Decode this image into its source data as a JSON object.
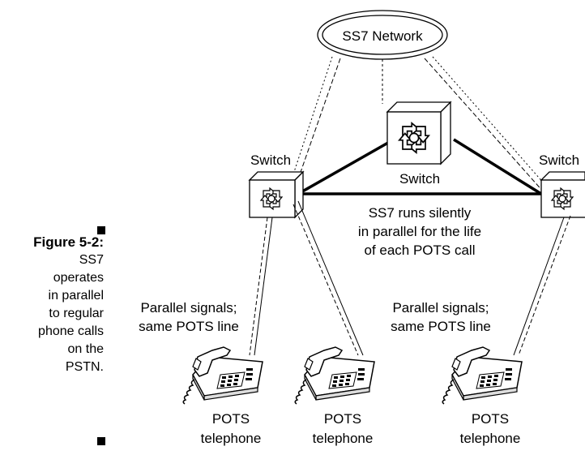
{
  "figure": {
    "label": "Figure 5-2:",
    "caption_lines": [
      "SS7",
      "operates",
      "in parallel",
      "to regular",
      "phone calls",
      "on the",
      "PSTN."
    ]
  },
  "diagram": {
    "network_label": "SS7 Network",
    "switches": {
      "left": "Switch",
      "center": "Switch",
      "right": "Switch"
    },
    "center_note": [
      "SS7 runs silently",
      "in parallel for the life",
      "of each POTS call"
    ],
    "parallel_left": [
      "Parallel signals;",
      "same POTS line"
    ],
    "parallel_right": [
      "Parallel signals;",
      "same POTS line"
    ],
    "telephones": [
      {
        "line1": "POTS",
        "line2": "telephone"
      },
      {
        "line1": "POTS",
        "line2": "telephone"
      },
      {
        "line1": "POTS",
        "line2": "telephone"
      }
    ]
  }
}
